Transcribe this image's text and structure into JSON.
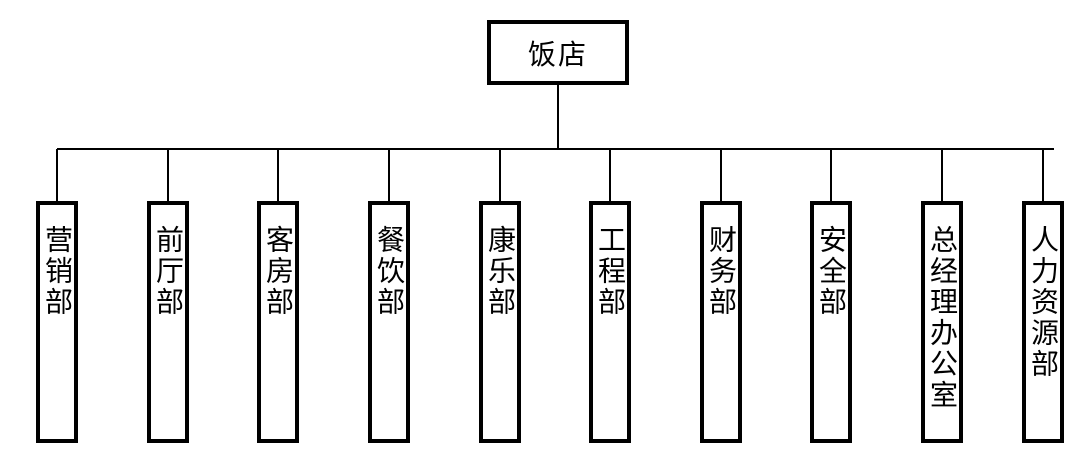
{
  "root": {
    "label": "饭店"
  },
  "departments": [
    {
      "label": "营销部"
    },
    {
      "label": "前厅部"
    },
    {
      "label": "客房部"
    },
    {
      "label": "餐饮部"
    },
    {
      "label": "康乐部"
    },
    {
      "label": "工程部"
    },
    {
      "label": "财务部"
    },
    {
      "label": "安全部"
    },
    {
      "label": "总经理办公室"
    },
    {
      "label": "人力资源部"
    }
  ]
}
